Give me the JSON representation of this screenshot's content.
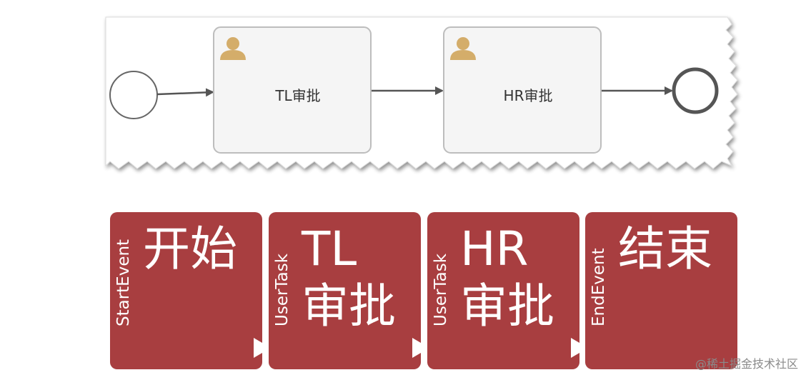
{
  "diagram": {
    "tasks": [
      {
        "label": "TL审批",
        "icon": "user-icon"
      },
      {
        "label": "HR审批",
        "icon": "user-icon"
      }
    ]
  },
  "legend": {
    "cards": [
      {
        "type": "StartEvent",
        "title": "开始"
      },
      {
        "type": "UserTask",
        "title": "TL\n审批"
      },
      {
        "type": "UserTask",
        "title": "HR\n审批"
      },
      {
        "type": "EndEvent",
        "title": "结束"
      }
    ]
  },
  "watermark": "@稀土掘金技术社区",
  "colors": {
    "card_red": "#a83e40",
    "user_icon": "#d4ad6a",
    "stroke": "#555555"
  }
}
